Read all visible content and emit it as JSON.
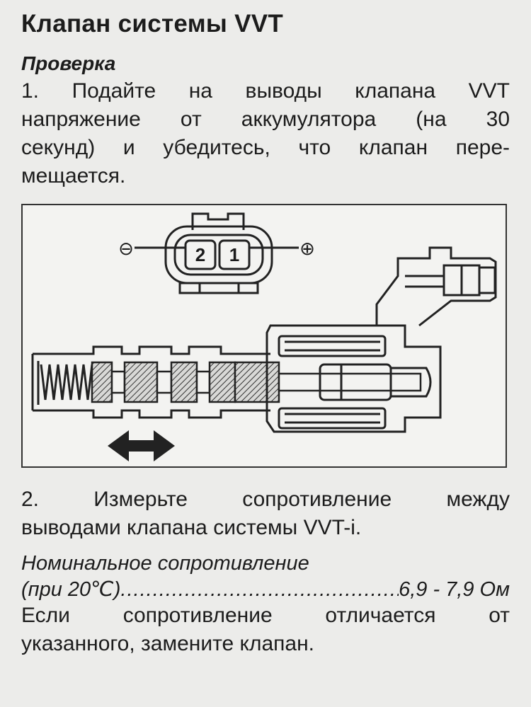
{
  "heading": "Клапан системы VVT",
  "section_title": "Проверка",
  "step1_lines": [
    "1. Подайте на выводы клапана VVT",
    "напряжение от аккумулятора (на 30",
    "секунд) и убедитесь, что клапан пере-",
    "мещается."
  ],
  "figure": {
    "connector_pin_2": "2",
    "connector_pin_1": "1",
    "terminal_negative": "⊖",
    "terminal_positive": "⊕"
  },
  "step2_lines": [
    "2. Измерьте сопротивление между",
    "выводами клапана системы VVT-i."
  ],
  "spec": {
    "label": "Номинальное сопротивление",
    "condition": "(при 20℃)",
    "leader": "..............................................................................",
    "value": "6,9 - 7,9 Ом"
  },
  "step3_lines": [
    "Если сопротивление отличается от",
    "указанного, замените клапан."
  ]
}
